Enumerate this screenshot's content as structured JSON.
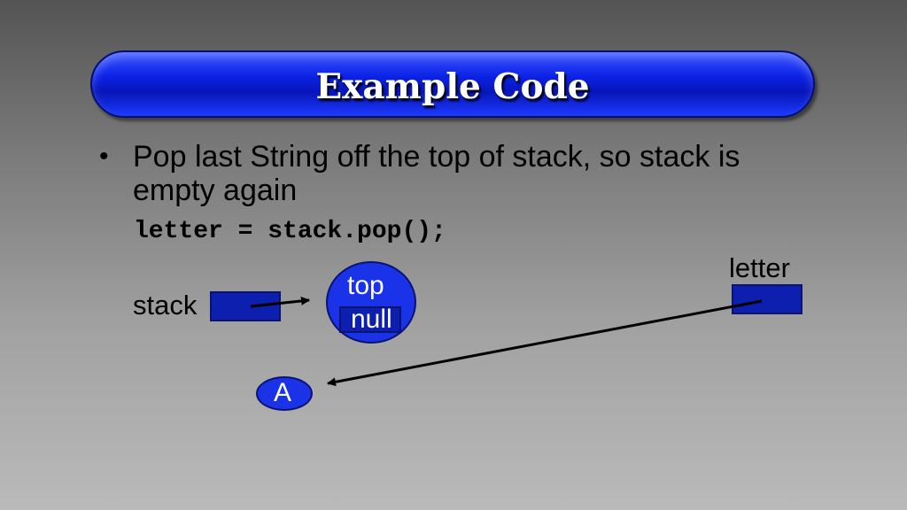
{
  "slide": {
    "title": "Example Code",
    "bullet": "Pop last String off the top of stack, so stack is empty again",
    "code": "letter = stack.pop();"
  },
  "diagram": {
    "stack_label": "stack",
    "letter_label": "letter",
    "node_top_label": "top",
    "null_label": "null",
    "node_a_label": "A"
  },
  "colors": {
    "title_bar": "#0c22e6",
    "variable_box": "#0d1fae",
    "node_fill": "#1a33e8",
    "arrow": "#000000"
  }
}
